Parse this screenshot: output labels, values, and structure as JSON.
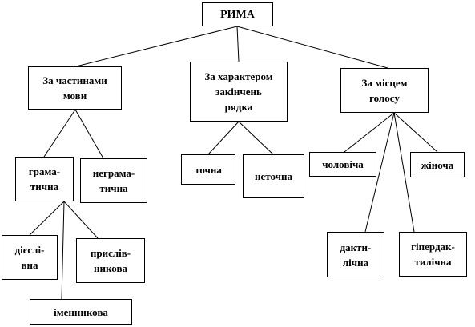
{
  "diagram": {
    "root": "РИМА",
    "categories": [
      "За частинами\nмови",
      "За характером\nзакінчень\nрядка",
      "За місцем\nголосу"
    ],
    "parts_of_speech": {
      "grammatical": "грама-\nтична",
      "nongrammatical": "неграма-\nтична",
      "verbal": "дієслі-\nвна",
      "adverbial": "прислів-\nникова",
      "nominal": "іменникова"
    },
    "line_endings": {
      "exact": "точна",
      "inexact": "неточна"
    },
    "stress": {
      "masculine": "чоловіча",
      "feminine": "жіноча",
      "dactylic": "дакти-\nлічна",
      "hyperdactylic": "гіпердак-\nтилічна"
    }
  }
}
